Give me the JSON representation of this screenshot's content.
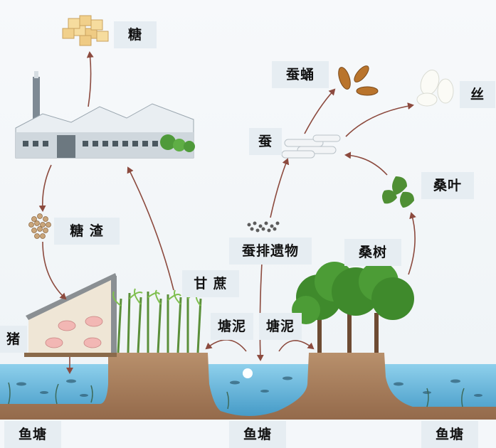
{
  "labels": {
    "sugar": "糖",
    "bagasse": "糖 渣",
    "pig": "猪",
    "sugarcane": "甘 蔗",
    "pond_mud_left": "塘泥",
    "pond_mud_right": "塘泥",
    "silkworm": "蚕",
    "pupa": "蚕蛹",
    "silk": "丝",
    "mulberry_leaf": "桑叶",
    "mulberry_tree": "桑树",
    "silkworm_excrement": "蚕排遗物",
    "fishpond_left": "鱼塘",
    "fishpond_center": "鱼塘",
    "fishpond_right": "鱼塘"
  },
  "colors": {
    "arrow": "#8c4a3e",
    "water": "#5fb0d6",
    "soil": "#a57a5a",
    "label_bg": "#e6edf2"
  }
}
